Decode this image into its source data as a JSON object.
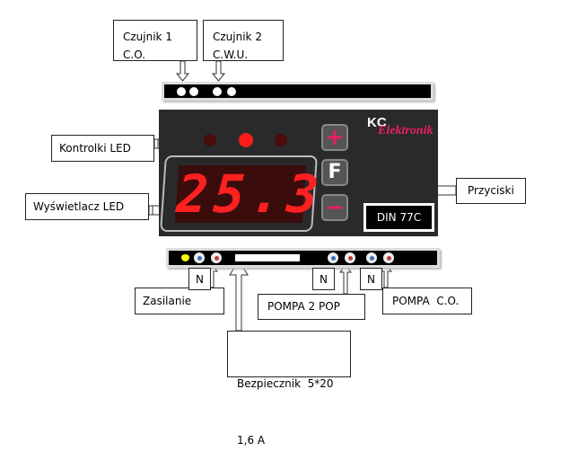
{
  "labels": {
    "sensor1": [
      "Czujnik 1",
      "C.O."
    ],
    "sensor2": [
      "Czujnik 2",
      "C.W.U."
    ],
    "leds": "Kontrolki LED",
    "display": "Wyświetlacz LED",
    "buttons": "Przyciski",
    "power": "Zasilanie",
    "pump2": "POMPA 2 POP",
    "pump_co": "POMPA  C.O.",
    "fuse": [
      "Bezpiecznik  5*20",
      "1,6 A"
    ],
    "neutral": "N"
  },
  "device": {
    "brand_top": "KC",
    "brand": "Elektronik",
    "model": "DIN 77C",
    "display_value": "25.3",
    "button_plus": "+",
    "button_f": "F",
    "button_minus": "−",
    "led_states": [
      "off",
      "on",
      "off"
    ]
  },
  "colors": {
    "led_on": "#ff1a1a",
    "led_off": "#4a0c0c",
    "panel": "#2a2a2c",
    "accent": "#e8205a"
  }
}
